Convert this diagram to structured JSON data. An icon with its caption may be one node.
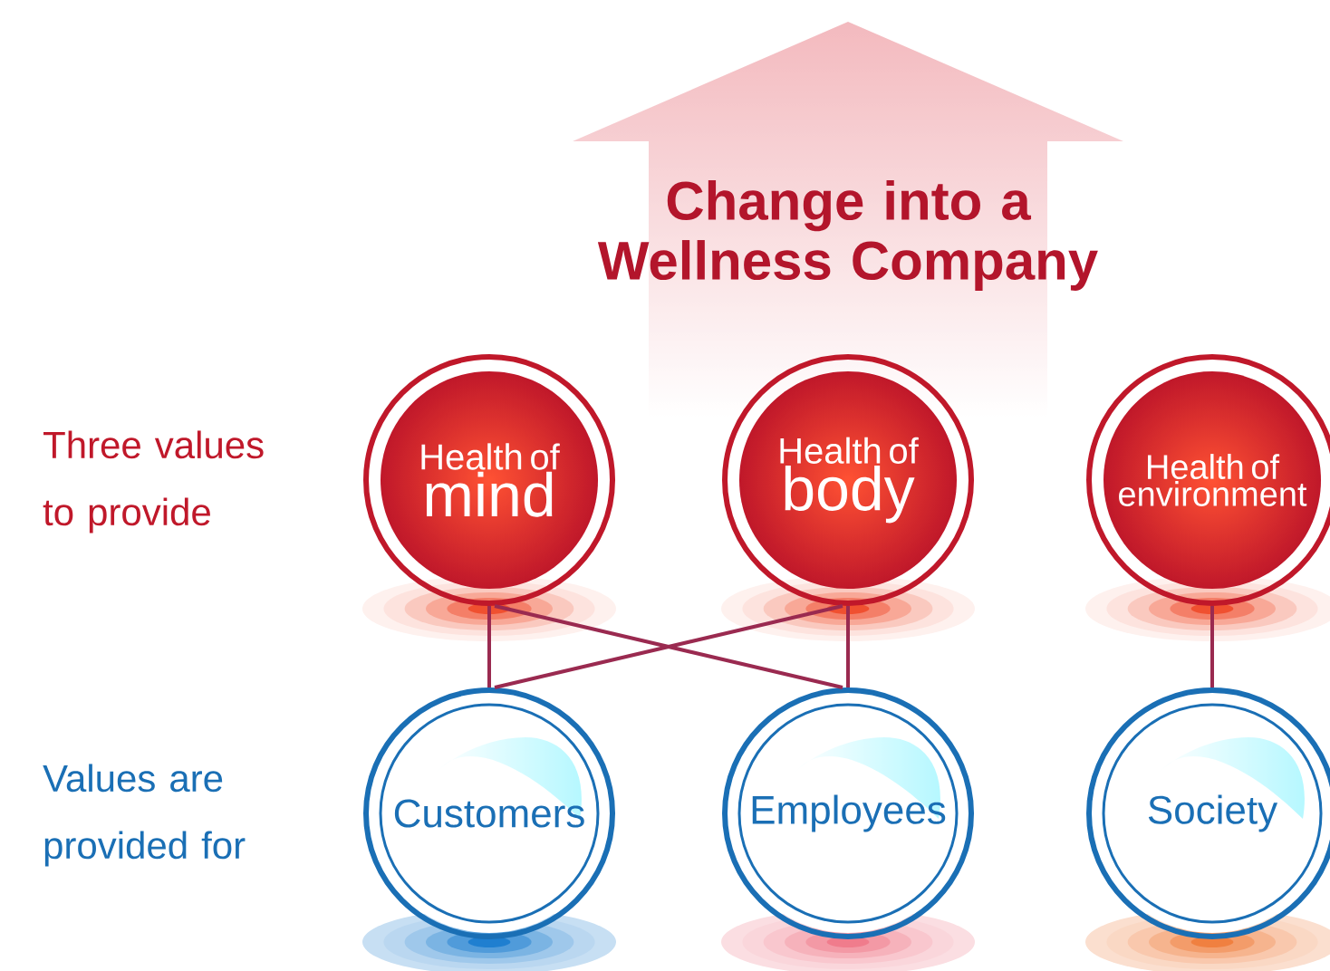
{
  "diagram": {
    "title": "Change into a Wellness Company",
    "nodes": [
      {
        "text": [
          "Health of",
          "mind"
        ]
      },
      {
        "text": [
          "Health of",
          "body"
        ]
      },
      {
        "text": [
          "Health of environment"
        ]
      },
      {
        "text": [
          "Customers"
        ]
      },
      {
        "text": [
          "Employees"
        ]
      },
      {
        "text": [
          "Society"
        ]
      }
    ],
    "edges": [
      {
        "from": 0,
        "to": 3,
        "arrow": "none"
      },
      {
        "from": 0,
        "to": 4,
        "arrow": "none"
      },
      {
        "from": 1,
        "to": 3,
        "arrow": "none"
      },
      {
        "from": 1,
        "to": 4,
        "arrow": "none"
      },
      {
        "from": 2,
        "to": 5,
        "arrow": "none"
      }
    ],
    "labels": [
      "Three values to provide",
      "Values are provided for"
    ]
  }
}
